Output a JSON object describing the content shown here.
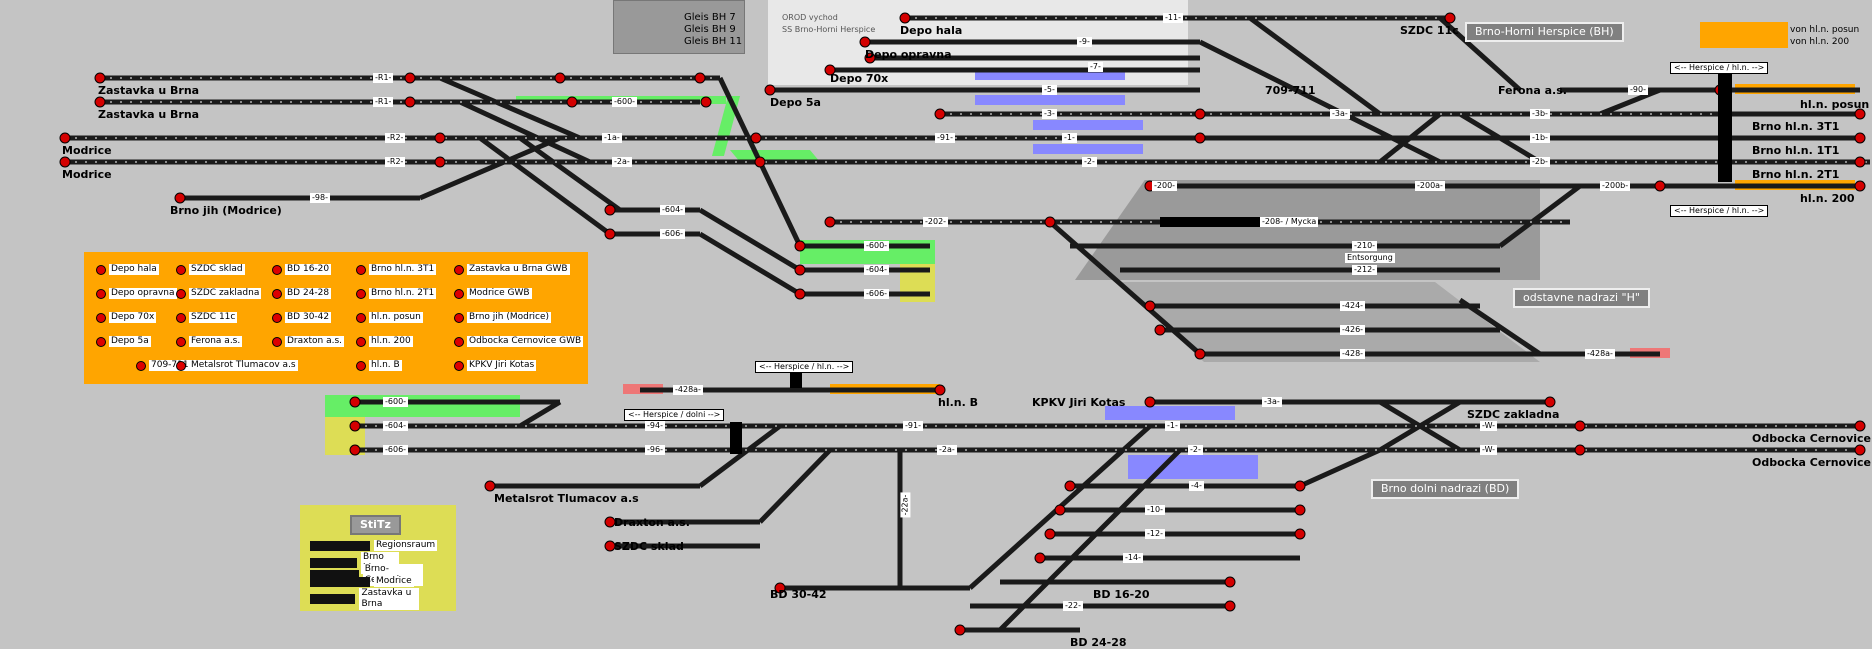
{
  "stations": {
    "zastavka1": "Zastavka u Brna",
    "zastavka2": "Zastavka u Brna",
    "modrice1": "Modrice",
    "modrice2": "Modrice",
    "brno_jih": "Brno jih (Modrice)",
    "depo_hala": "Depo hala",
    "depo_opravna": "Depo opravna",
    "depo_70x": "Depo 70x",
    "depo_5a": "Depo 5a",
    "szdc_11c": "SZDC 11c",
    "n709": "709-711",
    "ferona": "Ferona a.s.",
    "hln_posun": "hl.n. posun",
    "brno_3t1": "Brno hl.n. 3T1",
    "brno_1t1": "Brno hl.n. 1T1",
    "brno_2t1": "Brno hl.n. 2T1",
    "hln_200": "hl.n. 200",
    "hln_b": "hl.n. B",
    "kpkv": "KPKV Jiri Kotas",
    "szdc_zakladna": "SZDC zakladna",
    "odbocka1": "Odbocka Cernovice",
    "odbocka2": "Odbocka Cernovice",
    "metalsrot": "Metalsrot Tlumacov a.s",
    "draxton": "Draxton a.s.",
    "szdc_sklad": "SZDC sklad",
    "bd3042": "BD 30-42",
    "bd1620": "BD 16-20",
    "bd2428": "BD 24-28"
  },
  "region_buttons": {
    "bh": "Brno-Horni Herspice (BH)",
    "odstavne": "odstavne nadrazi \"H\"",
    "bd": "Brno dolni nadrazi (BD)"
  },
  "header_info": {
    "line1": "OROD vychod",
    "line2": "SS Brno-Horni Herspice"
  },
  "gleis": [
    "Gleis BH 7",
    "Gleis BH 9",
    "Gleis BH 11"
  ],
  "right_top_legend": [
    "von hl.n. posun",
    "von hl.n. 200"
  ],
  "track_labels": {
    "r1a": "-R1-",
    "r1b": "-R1-",
    "r2a": "-R2-",
    "r2b": "-R2-",
    "t600": "-600-",
    "t1a": "-1a-",
    "t2a": "-2a-",
    "t98": "-98-",
    "t604": "-604-",
    "t606": "-606-",
    "t91": "-91-",
    "t11": "-11-",
    "t9": "-9-",
    "t7": "-7-",
    "t5": "-5-",
    "t3": "-3-",
    "t1": "-1-",
    "t2": "-2-",
    "t3a": "-3a-",
    "t3b": "-3b-",
    "t1b": "-1b-",
    "t2b": "-2b-",
    "t90": "-90-",
    "t200": "-200-",
    "t200a": "-200a-",
    "t200b": "-200b-",
    "t202": "-202-",
    "t208": "-208- / Mycka",
    "t210": "-210-",
    "entsorgung": "Entsorgung",
    "t212": "-212-",
    "t424": "-424-",
    "t426": "-426-",
    "t428": "-428-",
    "t428a": "-428a-",
    "t600b": "-600-",
    "t604b": "-604-",
    "t606b": "-606-",
    "l428a": "-428a-",
    "t94": "-94-",
    "t96": "-96-",
    "l600": "-600-",
    "l604": "-604-",
    "l606": "-606-",
    "l91": "-91-",
    "l2a": "-2a-",
    "l3a": "-3a-",
    "l1": "-1-",
    "l2": "-2-",
    "l4": "-4-",
    "l10": "-10-",
    "l12": "-12-",
    "l14": "-14-",
    "l22": "-22-",
    "lw1": "-W-",
    "lw2": "-W-",
    "l22a": "-22a-"
  },
  "arrows": {
    "herspice_top": "<-- Herspice / hl.n. -->",
    "herspice_bottom": "<-- Herspice / hl.n. -->",
    "herspice_mid": "<-- Herspice / hl.n. -->",
    "herspice_dolni": "<-- Herspice / dolni -->"
  },
  "legend": [
    [
      "Depo hala",
      "SZDC sklad",
      "BD 16-20",
      "Brno hl.n. 3T1",
      "Zastavka u Brna GWB"
    ],
    [
      "Depo opravna",
      "SZDC zakladna",
      "BD 24-28",
      "Brno hl.n. 2T1",
      "Modrice GWB"
    ],
    [
      "Depo 70x",
      "SZDC 11c",
      "BD 30-42",
      "hl.n. posun",
      "Brno jih (Modrice)"
    ],
    [
      "Depo 5a",
      "Ferona a.s.",
      "Draxton a.s.",
      "hl.n. 200",
      "Odbocka Cernovice GWB"
    ],
    [
      "709-711",
      "Metalsrot Tlumacov a.s",
      "",
      "hl.n. B",
      "KPKV Jiri Kotas"
    ]
  ],
  "stitz": {
    "title": "StiTz",
    "items": [
      "Regionsraum",
      "Brno hl.n.",
      "Brno-Cernovice",
      "Modrice",
      "Zastavka u Brna"
    ]
  },
  "colors": {
    "background": "#c4c4c4",
    "track": "#1a1a1a",
    "signal_red": "#d40000",
    "signal_green": "#1a8a1a",
    "highlight_green": "#66ee66",
    "highlight_yellow": "#dddd55",
    "highlight_orange": "#ffa500",
    "highlight_blue": "#8888ff",
    "highlight_pink": "#ee7777",
    "legend_panel": "#ffa500",
    "stitz_panel": "#dddd55"
  }
}
